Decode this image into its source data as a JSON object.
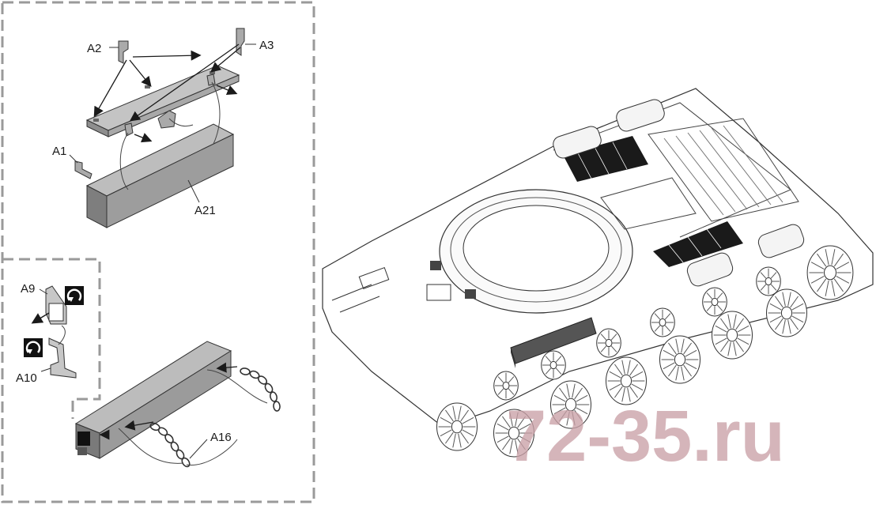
{
  "labels": {
    "a1": "A1",
    "a2": "A2",
    "a3": "A3",
    "a9": "A9",
    "a10": "A10",
    "a16": "A16",
    "a21": "A21"
  },
  "watermark": "72-35.ru",
  "colors": {
    "frame_dash": "#9a9a9a",
    "part_gray": "#c2c2c2",
    "part_dark": "#8f8f8f",
    "line": "#333333",
    "engine_grille": "#1a1a1a",
    "watermark": "#c9a0a6"
  },
  "icons": [
    "bend-up-icon",
    "bend-down-icon",
    "arrow-icon",
    "chain-icon"
  ]
}
